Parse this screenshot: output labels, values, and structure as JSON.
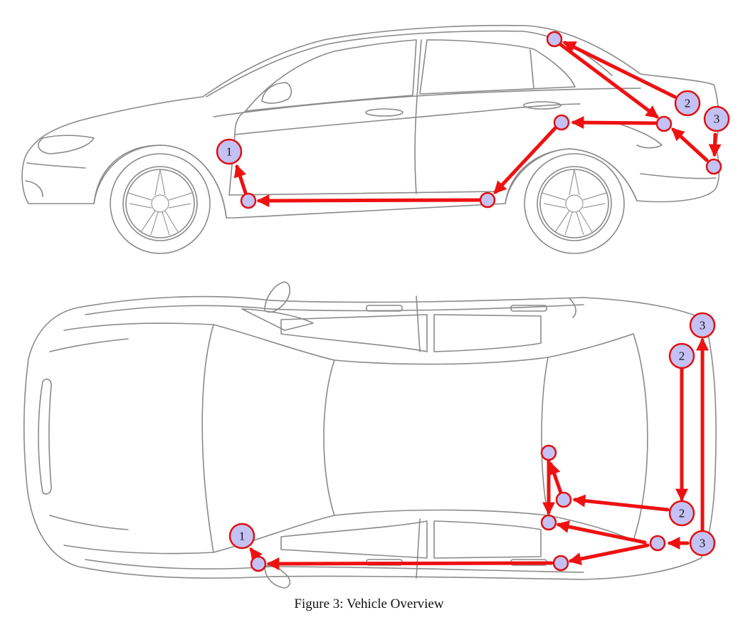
{
  "figure": {
    "caption": "Figure 3: Vehicle Overview",
    "route_color": "#ee1111",
    "node_fill_color": "#c4c2f4",
    "outline_color": "#8a8a8a"
  },
  "side_view": {
    "labels": [
      "1",
      "2",
      "3"
    ]
  },
  "top_view": {
    "labels": [
      "1",
      "2",
      "2",
      "3",
      "3"
    ]
  }
}
